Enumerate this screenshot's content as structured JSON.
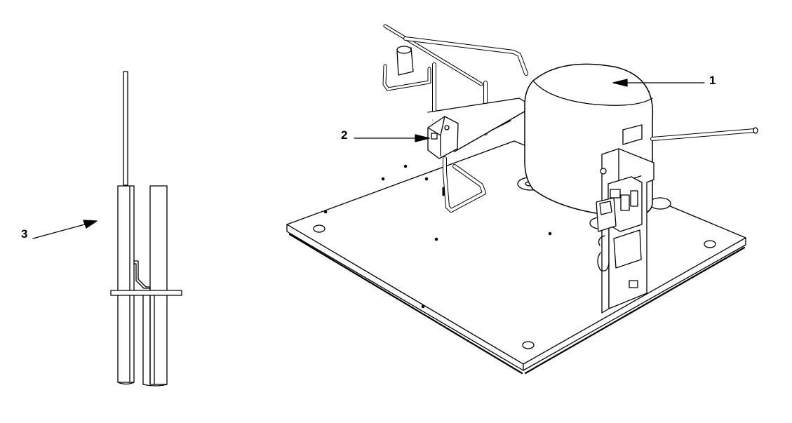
{
  "callouts": {
    "c1": "1",
    "c2": "2",
    "c3": "3"
  },
  "colors": {
    "stroke": "#000000",
    "background": "#ffffff",
    "shadow": "#d0d0d0"
  }
}
